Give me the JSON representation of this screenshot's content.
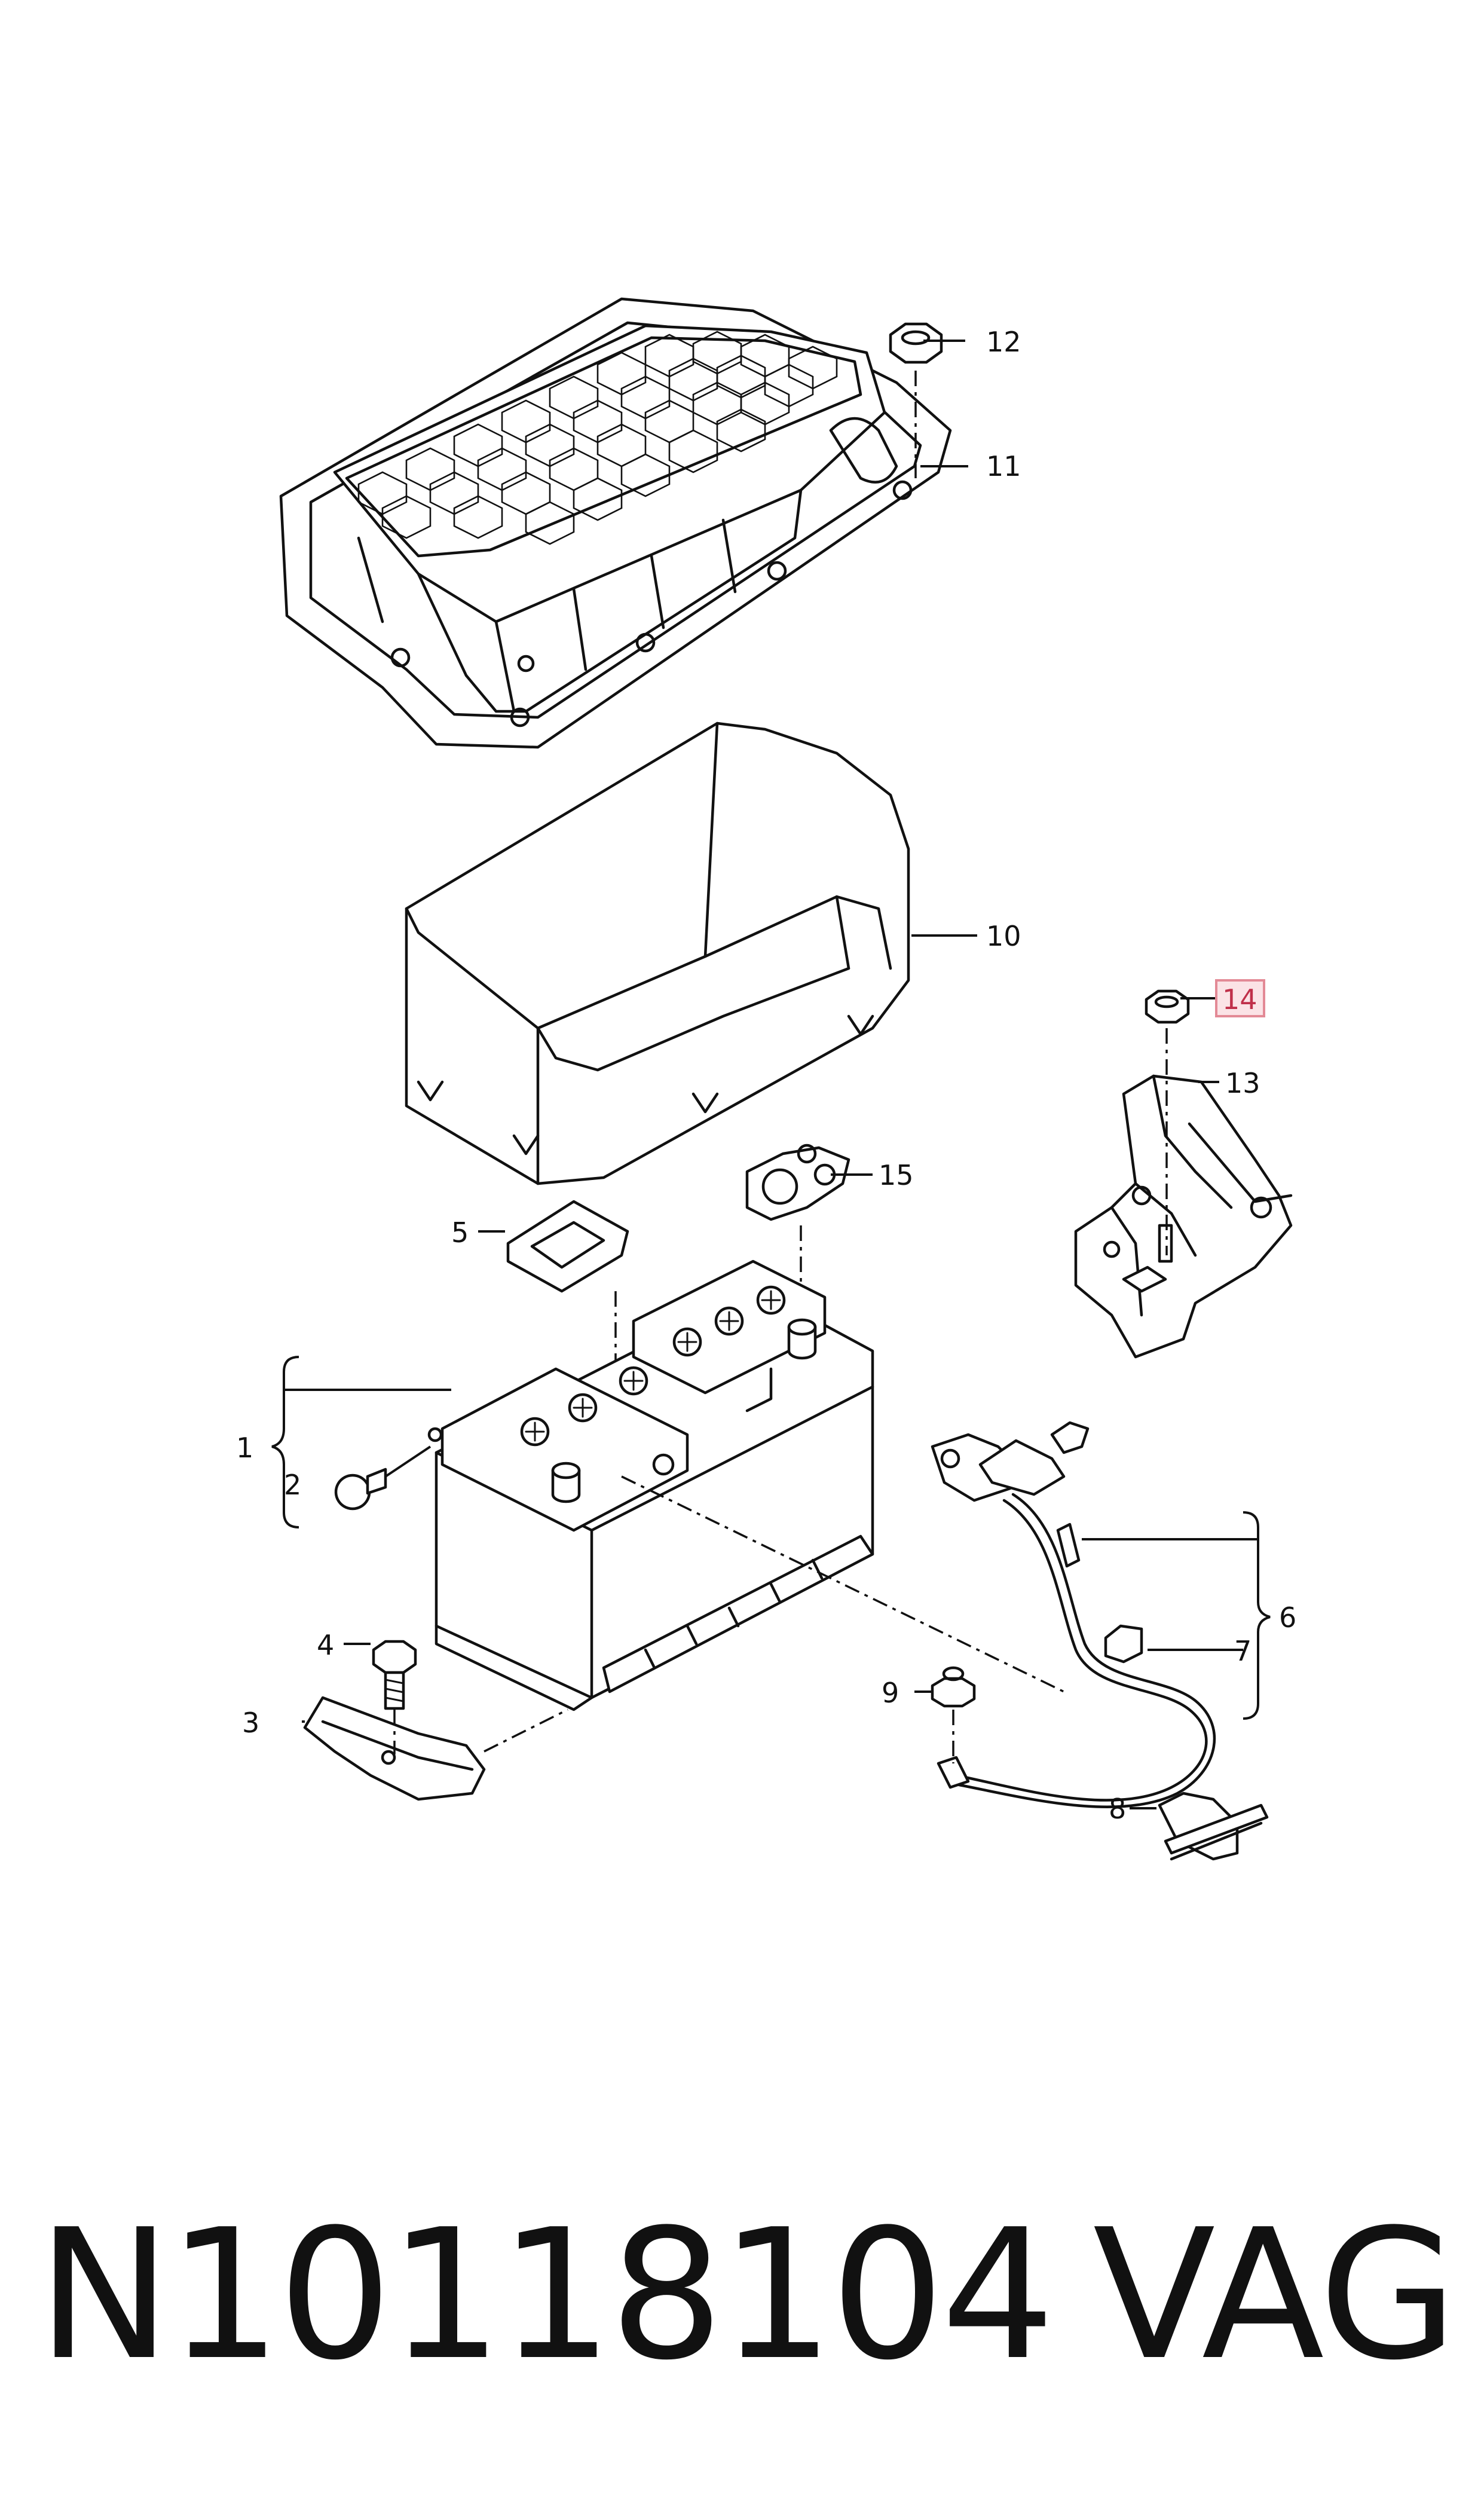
{
  "callouts": {
    "c1": "1",
    "c2": "2",
    "c3": "3",
    "c4": "4",
    "c5": "5",
    "c6": "6",
    "c7": "7",
    "c8": "8",
    "c9": "9",
    "c10": "10",
    "c11": "11",
    "c12": "12",
    "c13": "13",
    "c14": "14",
    "c15": "15"
  },
  "highlighted_callout": "14",
  "colors": {
    "line": "#111111",
    "highlight_fill": "#fbe3e6",
    "highlight_stroke": "#e38a96"
  },
  "footer": {
    "part_number": "N10118104",
    "brand": "VAG"
  }
}
